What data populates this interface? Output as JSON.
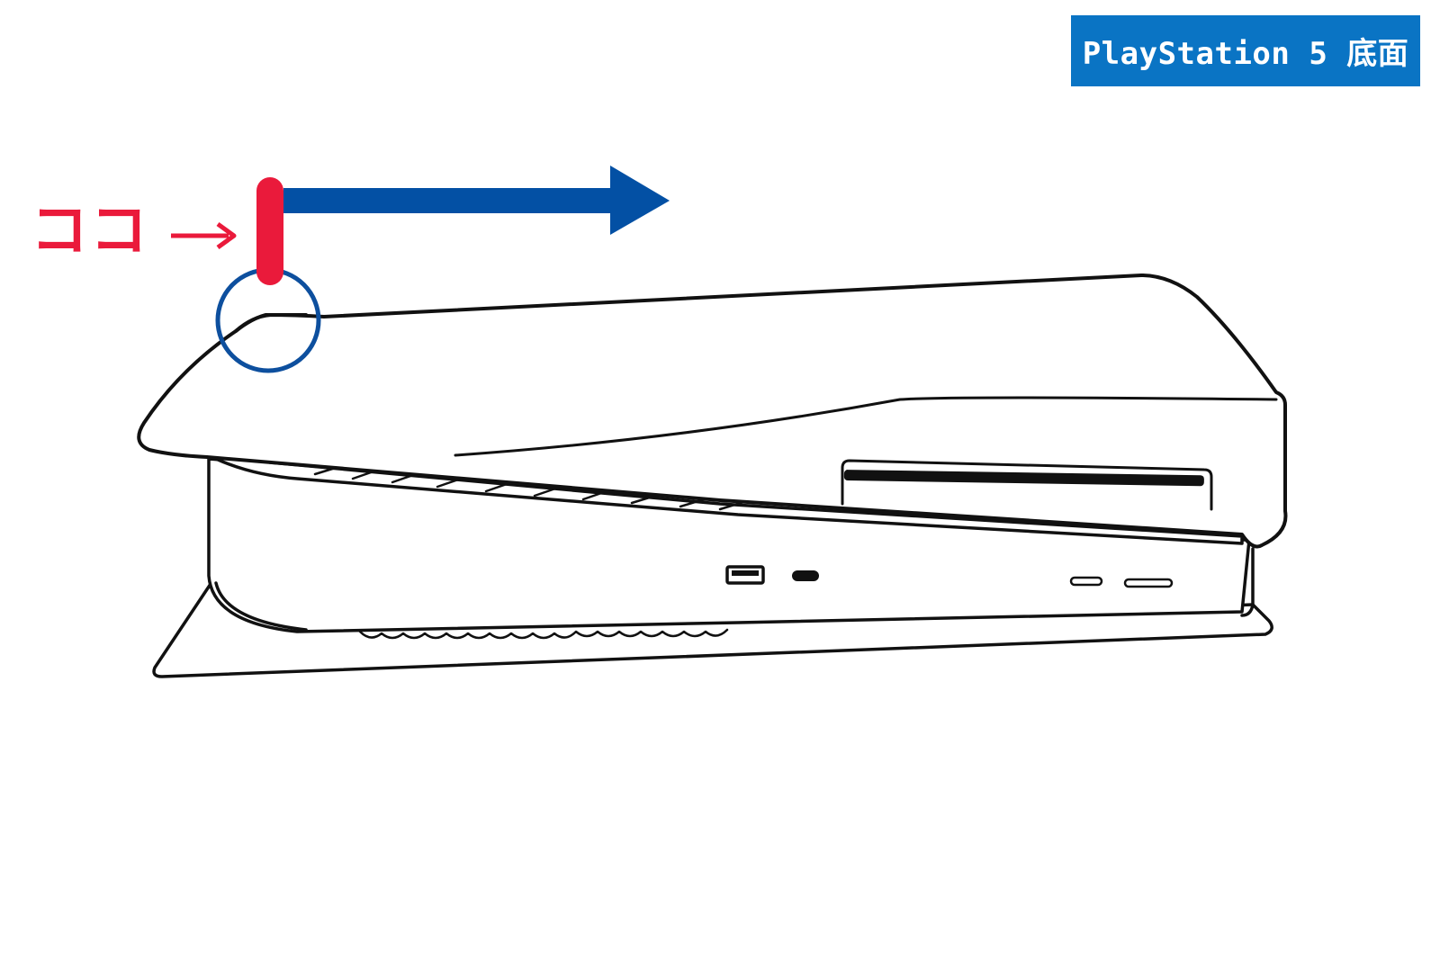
{
  "title": "PlayStation 5 底面",
  "pointer_label": "ココ",
  "colors": {
    "badge_background": "#0a74c4",
    "badge_text": "#ffffff",
    "pointer_red": "#ea1a3b",
    "arrow_blue": "#0350a4",
    "circle_blue": "#0d4f9e",
    "outline": "#111111"
  },
  "icons": {
    "small_arrow": "right-arrow",
    "direction_arrow": "right-arrow",
    "highlight": "circle"
  }
}
